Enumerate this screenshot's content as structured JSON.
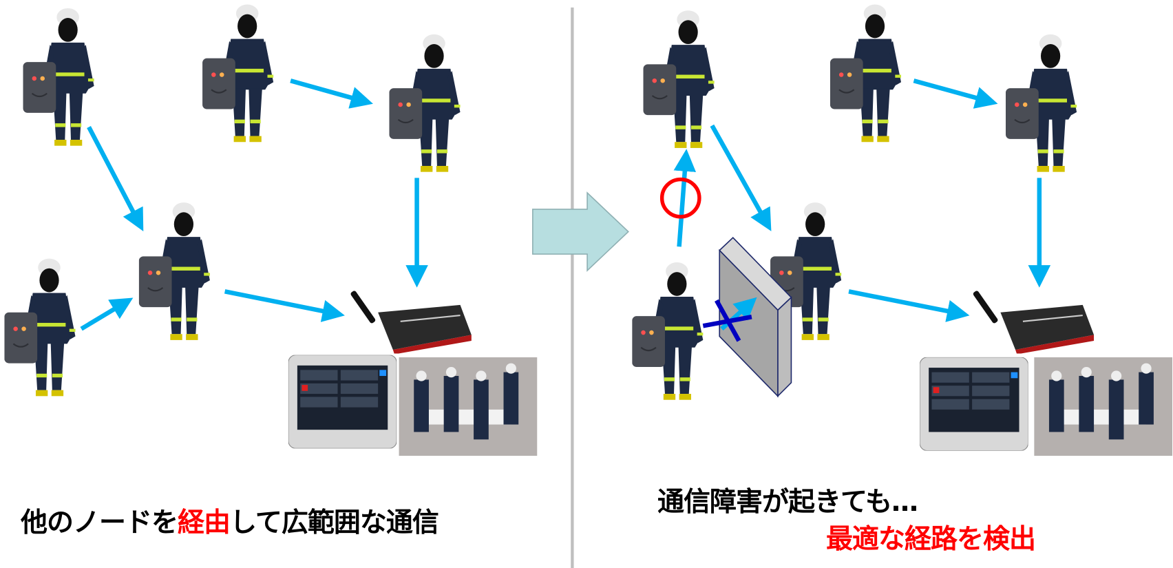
{
  "left_caption": {
    "part1": "他のノードを",
    "highlight": "経由",
    "part2": "して広範囲な通信"
  },
  "right_caption": {
    "line1": "通信障害が起きても…",
    "line2": "最適な経路を検出"
  },
  "colors": {
    "arrow": "#00b0f0",
    "highlight": "#ff0000",
    "blocked_x": "#0000c0",
    "transition_arrow": "#b7dee0",
    "divider": "#bfbfbf"
  },
  "icons": [
    "firefighter-icon",
    "radio-backpack-icon",
    "wireless-router-icon",
    "tablet-icon",
    "command-post-photo",
    "wall-obstacle-icon",
    "ok-circle-icon",
    "blocked-x-icon"
  ]
}
